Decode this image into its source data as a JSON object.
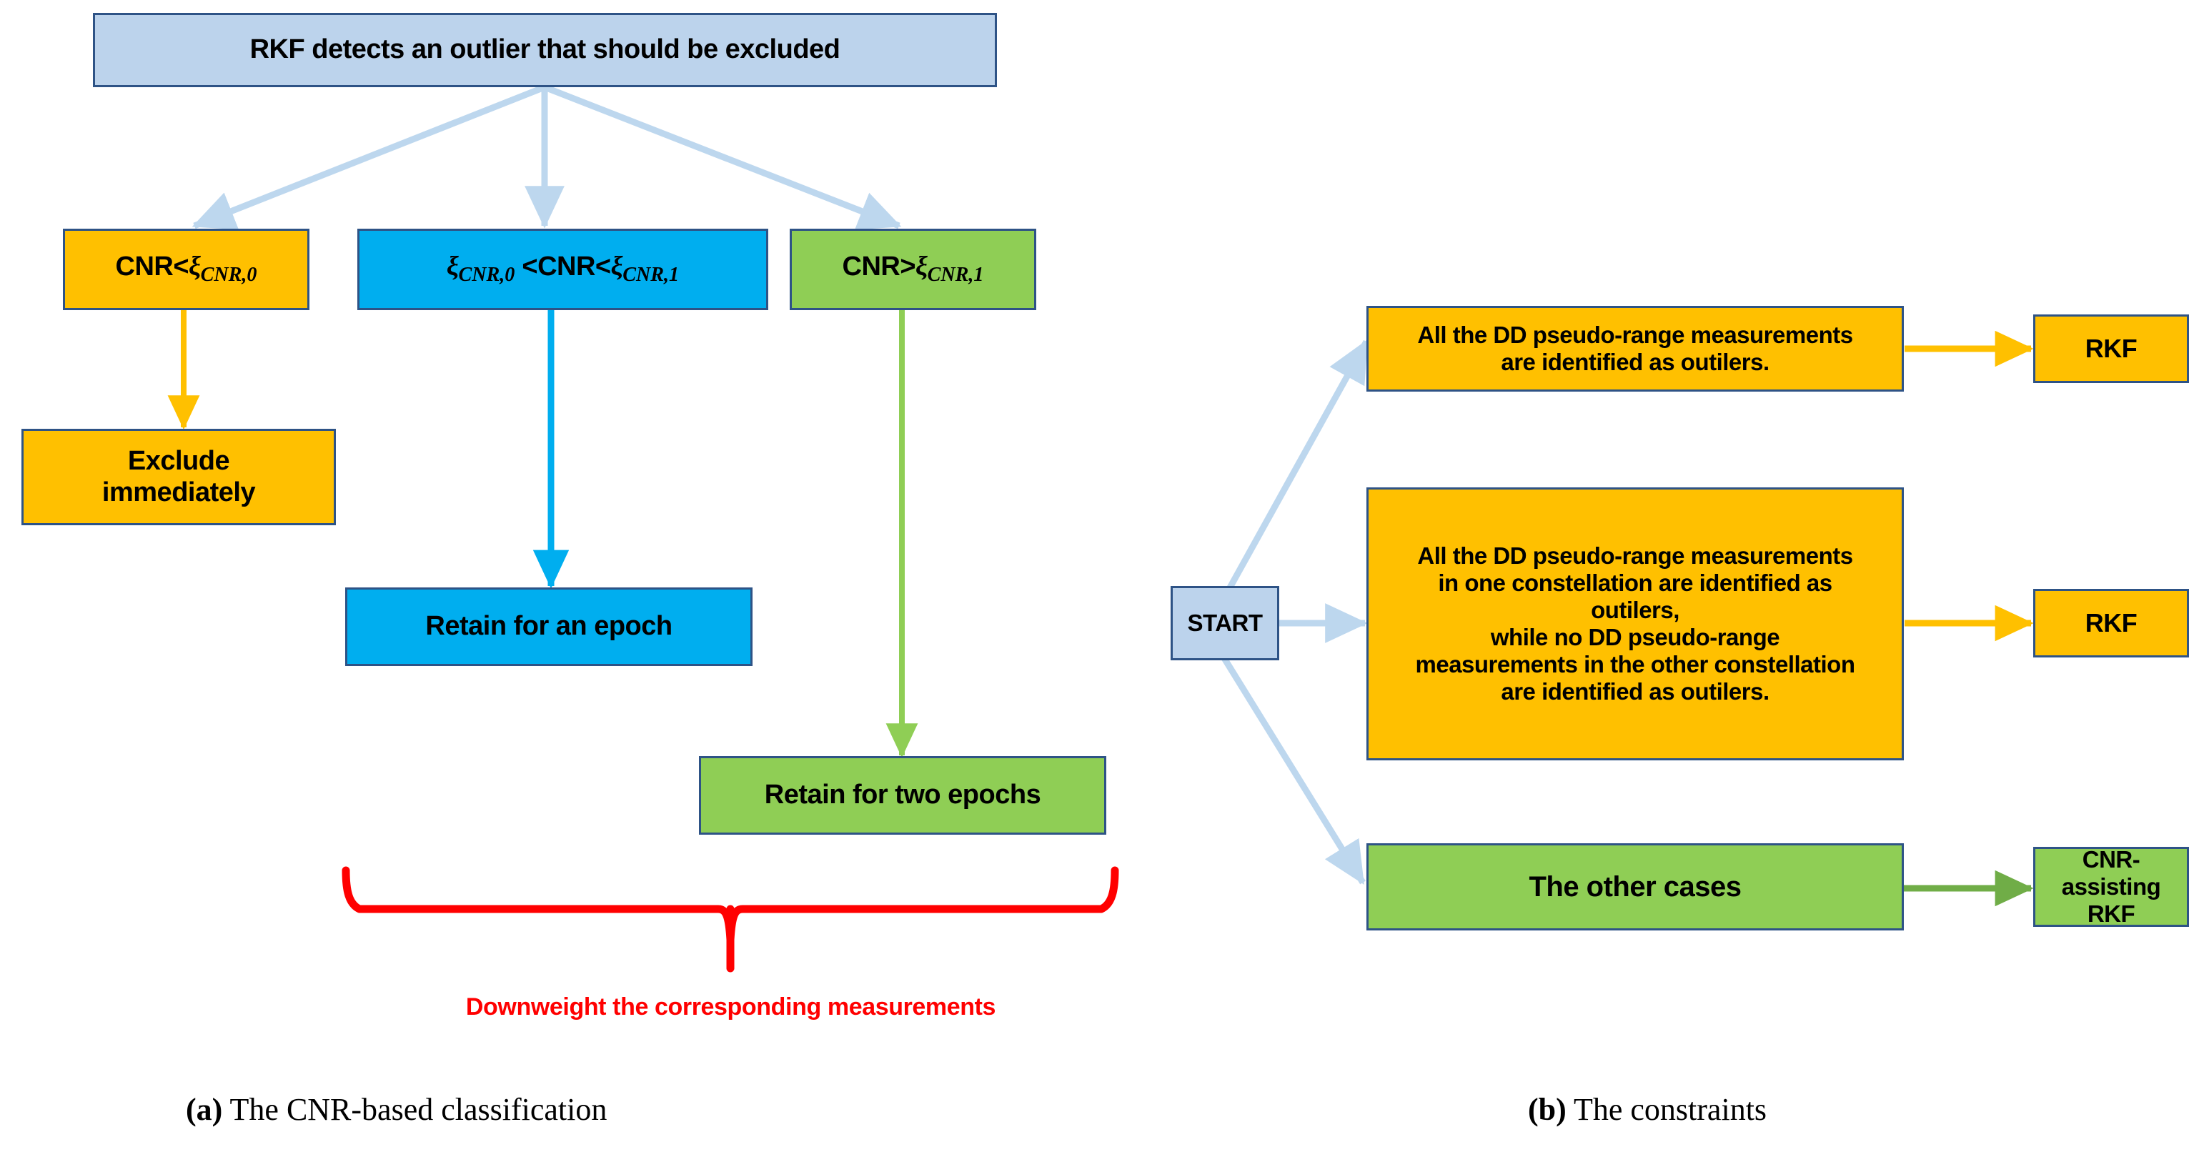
{
  "figure": {
    "panels": [
      {
        "id": "a",
        "caption_label": "(a)",
        "caption_text": "The CNR-based classification"
      },
      {
        "id": "b",
        "caption_label": "(b)",
        "caption_text": "The constraints"
      }
    ]
  },
  "panel_a": {
    "root": {
      "label": "RKF detects an outlier that should be excluded",
      "color": "#bcd3ec"
    },
    "conditions": [
      {
        "text_prefix": "CNR<",
        "symbol": "ξ",
        "subscript": "CNR,0",
        "text_suffix": "",
        "color": "#ffc000"
      },
      {
        "text_prefix": "",
        "symbol": "ξ",
        "subscript": "CNR,0",
        "text_suffix": " <CNR<",
        "symbol2": "ξ",
        "subscript2": "CNR,1",
        "color": "#00aeef"
      },
      {
        "text_prefix": "CNR>",
        "symbol": "ξ",
        "subscript": "CNR,1",
        "text_suffix": "",
        "color": "#8fce55"
      }
    ],
    "outcomes": [
      {
        "label": "Exclude immediately",
        "line1": "Exclude",
        "line2": "immediately",
        "color": "#ffc000"
      },
      {
        "label": "Retain for an epoch",
        "color": "#00aeef"
      },
      {
        "label": "Retain for two epochs",
        "color": "#8fce55"
      }
    ],
    "brace_note": "Downweight the corresponding measurements",
    "brace_color": "#ff0000"
  },
  "panel_b": {
    "start": {
      "label": "START",
      "color": "#bcd3ec"
    },
    "cases": [
      {
        "lines": [
          "All the DD pseudo-range  measurements",
          "are identified as outilers."
        ],
        "color": "#ffc000",
        "result": {
          "label": "RKF",
          "color": "#ffc000"
        },
        "arrow_color": "#ffc000"
      },
      {
        "lines": [
          "All the DD pseudo-range  measurements",
          "in one constellation are identified as",
          "outilers,",
          "while no DD pseudo-range",
          "measurements in the other constellation",
          "are identified as outilers."
        ],
        "color": "#ffc000",
        "result": {
          "label": "RKF",
          "color": "#ffc000"
        },
        "arrow_color": "#ffc000"
      },
      {
        "lines": [
          "The other cases"
        ],
        "color": "#8fce55",
        "result": {
          "label_line1": "CNR-",
          "label_line2": "assisting RKF",
          "color": "#8fce55"
        },
        "arrow_color": "#70ad47"
      }
    ]
  },
  "colors": {
    "border": "#2e5386",
    "light_blue_arrow": "#bdd7ee",
    "orange": "#ffc000",
    "blue": "#00aeef",
    "green": "#8fce55",
    "green_arrow": "#70ad47",
    "red": "#ff0000"
  }
}
